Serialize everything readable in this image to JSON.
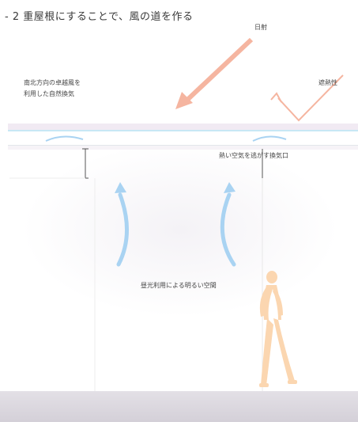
{
  "title": "- 2 重屋根にすることで、風の道を作る",
  "labels": {
    "sunlight": "日射",
    "shading": "遮熱性",
    "natural_ventilation_line1": "南北方向の卓越風を",
    "natural_ventilation_line2": "利用した自然換気",
    "vent_opening": "熱い空気を逃がす換気口",
    "bright_space": "昼光利用による明るい空間"
  },
  "colors": {
    "sun_arrow": "#f5b5a0",
    "airflow": "#a9d3f2",
    "roof_line": "#c7e7f5",
    "roof_band": "#f1eaf3",
    "floor": "#d8d4dc",
    "person": "#fbd6b0"
  }
}
